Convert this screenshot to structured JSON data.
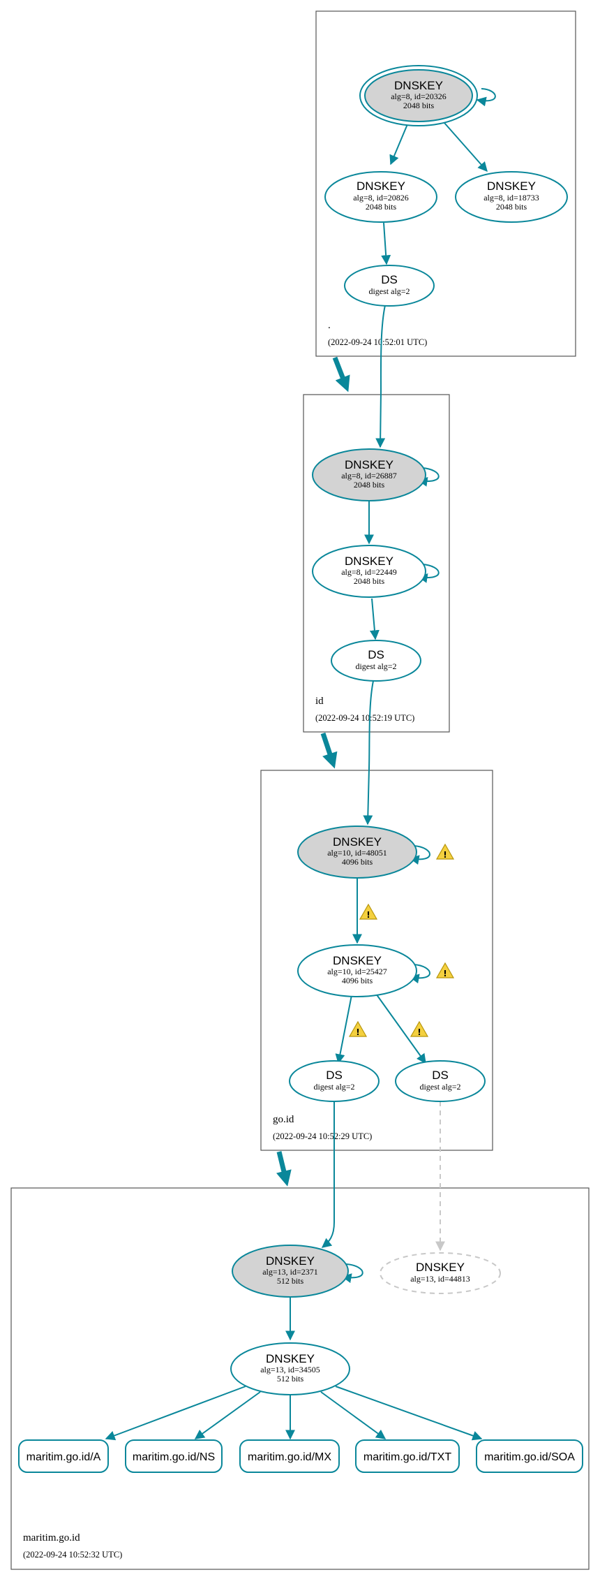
{
  "colors": {
    "edge": "#0a879a",
    "ksk_fill": "#d3d3d3",
    "ghost": "#c8c8c8",
    "warning": "#f4d03f"
  },
  "zones": {
    "root": {
      "name": ".",
      "time": "(2022-09-24 10:52:01 UTC)"
    },
    "id": {
      "name": "id",
      "time": "(2022-09-24 10:52:19 UTC)"
    },
    "goid": {
      "name": "go.id",
      "time": "(2022-09-24 10:52:29 UTC)"
    },
    "maritim": {
      "name": "maritim.go.id",
      "time": "(2022-09-24 10:52:32 UTC)"
    }
  },
  "nodes": {
    "root_ksk": {
      "title": "DNSKEY",
      "line1": "alg=8, id=20326",
      "line2": "2048 bits"
    },
    "root_zsk1": {
      "title": "DNSKEY",
      "line1": "alg=8, id=20826",
      "line2": "2048 bits"
    },
    "root_zsk2": {
      "title": "DNSKEY",
      "line1": "alg=8, id=18733",
      "line2": "2048 bits"
    },
    "root_ds": {
      "title": "DS",
      "line1": "digest alg=2"
    },
    "id_ksk": {
      "title": "DNSKEY",
      "line1": "alg=8, id=26887",
      "line2": "2048 bits"
    },
    "id_zsk": {
      "title": "DNSKEY",
      "line1": "alg=8, id=22449",
      "line2": "2048 bits"
    },
    "id_ds": {
      "title": "DS",
      "line1": "digest alg=2"
    },
    "goid_ksk": {
      "title": "DNSKEY",
      "line1": "alg=10, id=48051",
      "line2": "4096 bits"
    },
    "goid_zsk": {
      "title": "DNSKEY",
      "line1": "alg=10, id=25427",
      "line2": "4096 bits"
    },
    "goid_ds1": {
      "title": "DS",
      "line1": "digest alg=2"
    },
    "goid_ds2": {
      "title": "DS",
      "line1": "digest alg=2"
    },
    "mar_ksk": {
      "title": "DNSKEY",
      "line1": "alg=13, id=2371",
      "line2": "512 bits"
    },
    "mar_missing": {
      "title": "DNSKEY",
      "line1": "alg=13, id=44813"
    },
    "mar_zsk": {
      "title": "DNSKEY",
      "line1": "alg=13, id=34505",
      "line2": "512 bits"
    }
  },
  "records": [
    "maritim.go.id/A",
    "maritim.go.id/NS",
    "maritim.go.id/MX",
    "maritim.go.id/TXT",
    "maritim.go.id/SOA"
  ],
  "warning_icon": "warning-icon",
  "warning_symbol": "!"
}
